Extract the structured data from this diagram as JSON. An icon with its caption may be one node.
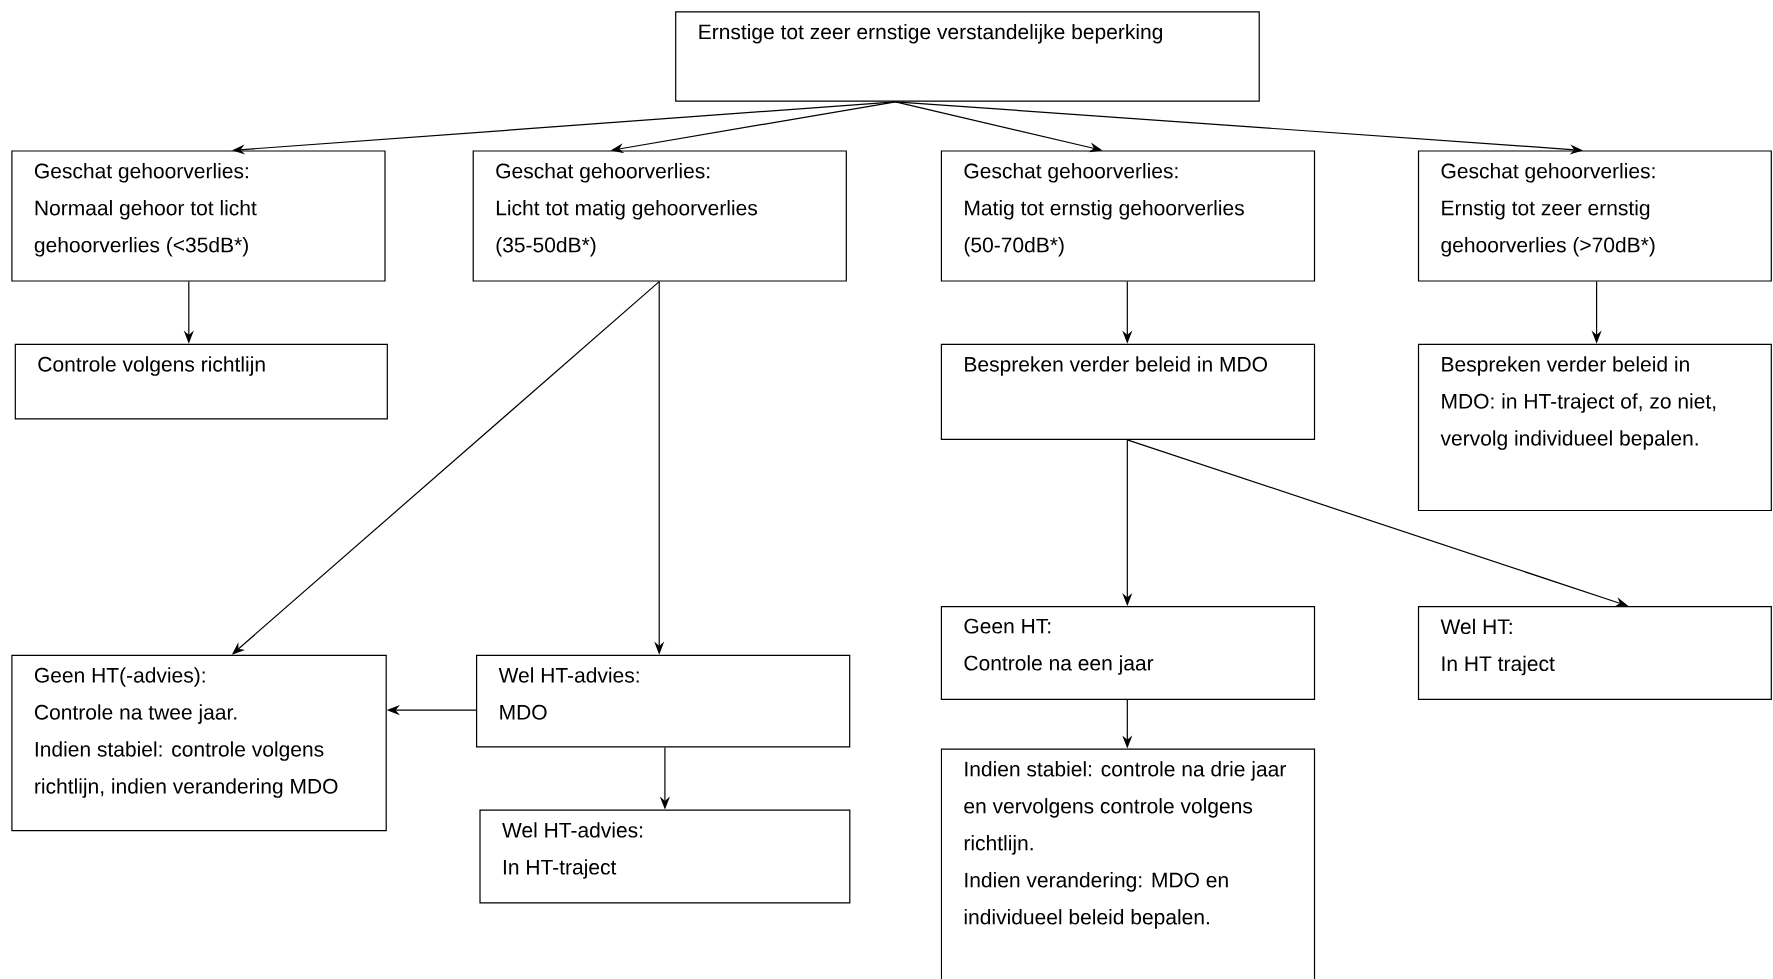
{
  "diagram": {
    "nodes": [
      {
        "text": [
          "Ernstige tot zeer ernstige verstandelijke beperking"
        ]
      },
      {
        "text": [
          "Geschat gehoorverlies:",
          "Normaal gehoor tot licht gehoorverlies (<35dB*)"
        ]
      },
      {
        "text": [
          "Geschat gehoorverlies:",
          "Licht tot matig gehoorverlies (35-50dB*)"
        ]
      },
      {
        "text": [
          "Geschat gehoorverlies:",
          "Matig tot ernstig gehoorverlies (50-70dB*)"
        ]
      },
      {
        "text": [
          "Geschat gehoorverlies:",
          "Ernstig tot zeer ernstig gehoorverlies (>70dB*)"
        ]
      },
      {
        "text": [
          "Controle volgens richtlijn"
        ]
      },
      {
        "text": [
          "Bespreken verder beleid in MDO"
        ]
      },
      {
        "text": [
          "Bespreken verder beleid in MDO: in HT-traject of, zo niet, vervolg individueel bepalen."
        ]
      },
      {
        "text": [
          "Geen HT(-advies):",
          "Controle na twee jaar.",
          "Indien stabiel: controle volgens richtlijn, indien verandering MDO"
        ]
      },
      {
        "text": [
          "Wel HT-advies:",
          "MDO"
        ]
      },
      {
        "text": [
          "Wel HT-advies:",
          "In HT-traject"
        ]
      },
      {
        "text": [
          "Geen HT:",
          "Controle na een jaar"
        ]
      },
      {
        "text": [
          "Wel HT:",
          "In HT traject"
        ]
      },
      {
        "text": [
          "Indien stabiel: controle na drie jaar en vervolgens controle volgens richtlijn.",
          "Indien verandering: MDO en individueel beleid bepalen."
        ]
      }
    ],
    "edges": [
      {
        "from": 0,
        "to": 1,
        "arrow": "to"
      },
      {
        "from": 0,
        "to": 2,
        "arrow": "to"
      },
      {
        "from": 0,
        "to": 3,
        "arrow": "to"
      },
      {
        "from": 0,
        "to": 4,
        "arrow": "to"
      },
      {
        "from": 1,
        "to": 5,
        "arrow": "to"
      },
      {
        "from": 2,
        "to": 8,
        "arrow": "to"
      },
      {
        "from": 2,
        "to": 9,
        "arrow": "to"
      },
      {
        "from": 3,
        "to": 6,
        "arrow": "to"
      },
      {
        "from": 4,
        "to": 7,
        "arrow": "to"
      },
      {
        "from": 6,
        "to": 11,
        "arrow": "to"
      },
      {
        "from": 6,
        "to": 12,
        "arrow": "to"
      },
      {
        "from": 9,
        "to": 8,
        "arrow": "to"
      },
      {
        "from": 9,
        "to": 10,
        "arrow": "to"
      },
      {
        "from": 11,
        "to": 13,
        "arrow": "to"
      }
    ]
  }
}
